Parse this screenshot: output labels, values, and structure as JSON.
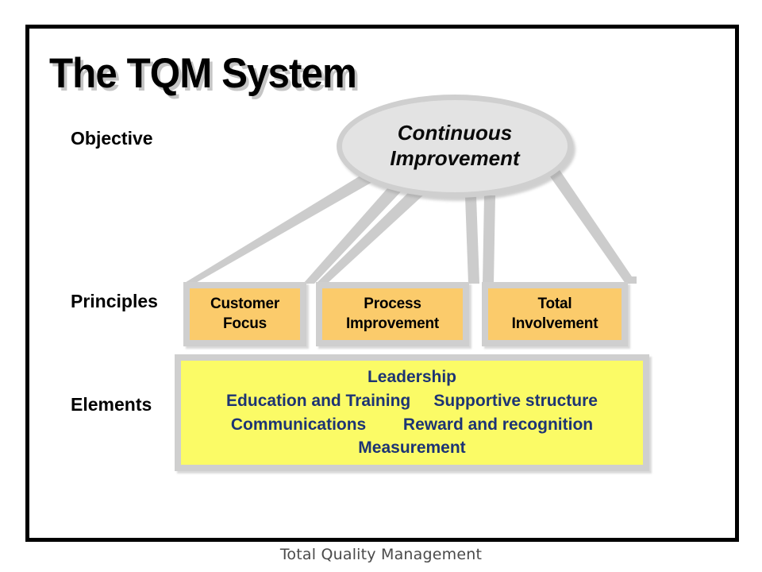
{
  "slide": {
    "title": "The TQM System",
    "caption": "Total Quality Management",
    "colors": {
      "frame_border": "#000000",
      "connector_gray": "#cccccc",
      "box_border_gray": "#cfcfcf",
      "ellipse_fill": "#e3e3e3",
      "principle_fill": "#fbcb6b",
      "elements_fill": "#fbfb66",
      "elements_text": "#1d3474",
      "background": "#ffffff"
    }
  },
  "row_labels": {
    "objective": "Objective",
    "principles": "Principles",
    "elements": "Elements"
  },
  "objective": {
    "line1": "Continuous",
    "line2": "Improvement"
  },
  "principles": [
    {
      "line1": "Customer",
      "line2": "Focus"
    },
    {
      "line1": "Process",
      "line2": "Improvement"
    },
    {
      "line1": "Total",
      "line2": "Involvement"
    }
  ],
  "elements": {
    "lines": [
      "Leadership",
      "Education and Training     Supportive structure",
      "Communications        Reward and recognition",
      "Measurement"
    ],
    "items": [
      "Leadership",
      "Education and Training",
      "Supportive structure",
      "Communications",
      "Reward and recognition",
      "Measurement"
    ]
  }
}
